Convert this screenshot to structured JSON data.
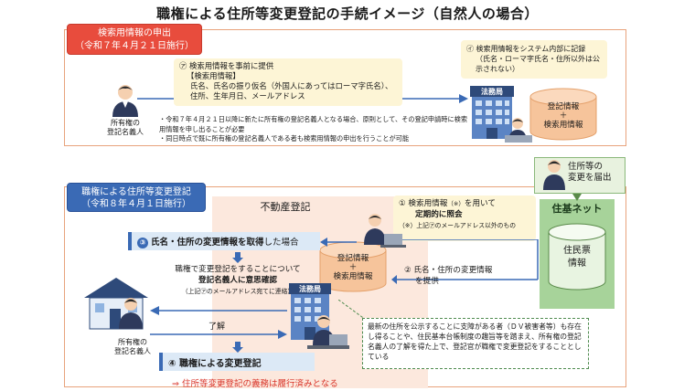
{
  "title": "職権による住所等変更登記の手続イメージ（自然人の場合）",
  "section1": {
    "tag_line1": "検索用情報の申出",
    "tag_line2": "（令和７年４月２１日施行）",
    "callout_step": "㋐ 検索用情報を事前に提供",
    "callout_heading": "【検索用情報】",
    "callout_body": "氏名、氏名の振り仮名（外国人にあってはローマ字氏名）、住所、生年月日、メールアドレス",
    "record_step": "㋑ 検索用情報をシステム内部に記録",
    "record_sub": "（氏名・ローマ字氏名・住所以外は公示されない）",
    "owner_label": "所有権の\n登記名義人",
    "bureau_sign": "法務局",
    "db_line1": "登記情報",
    "db_plus": "＋",
    "db_line2": "検索用情報",
    "note_line1": "・令和７年４月２１日以降に新たに所有権の登記名義人となる場合、原則として、その登記申請時に検索用情報を申し出ることが必要",
    "note_line2": "・同日時点で既に所有権の登記名義人である者も検索用情報の申出を行うことが可能"
  },
  "section2": {
    "tag_line1": "職権による住所等変更登記",
    "tag_line2": "（令和８年４月１日施行）",
    "fudosan_label": "不動産登記",
    "step1_label": "① 検索用情報",
    "step1_sup": "（※）",
    "step1_rest": "を用いて",
    "step1_bold": "定期的に照会",
    "step1_note": "（※）上記㋐のメールアドレス以外のもの",
    "step2_label": "② 氏名・住所の変更情報",
    "step2_rest": "を提供",
    "step3_num": "③",
    "step3_bold": "氏名・住所の変更情報を取得",
    "step3_rest": "した場合",
    "mid_line1": "職権で変更登記をすることについて",
    "mid_line2": "登記名義人に意思確認",
    "mid_line3": "（上記㋐のメールアドレス宛てに連絡）",
    "ryokai": "了解",
    "step4": "④ 職権による変更登記",
    "db_line1": "登記情報",
    "db_plus": "＋",
    "db_line2": "検索用情報",
    "bureau_sign": "法務局",
    "owner_label": "所有権の\n登記名義人",
    "footer": "⇒ 住所等変更登記の義務は履行済みとなる",
    "dv_note": "最新の住所を公示することに支障がある者（ＤＶ被害者等）も存在し得ることや、住民基本台帳制度の趣旨等を踏まえ、所有権の登記名義人の了解を得た上で、登記官が職権で変更登記をすることとしている",
    "jukinet_label": "住基ネット",
    "jukinet_db_line1": "住民票",
    "jukinet_db_line2": "情報",
    "todoke_line1": "住所等の",
    "todoke_line2": "変更を届出"
  },
  "colors": {
    "red_tag": "#e84c3d",
    "blue_tag": "#3a6ab5",
    "peach_bg": "#fce8dd",
    "cream_callout": "#fdf5d6",
    "green_juki": "#a7d39a",
    "db_orange": "#f6c49b"
  }
}
